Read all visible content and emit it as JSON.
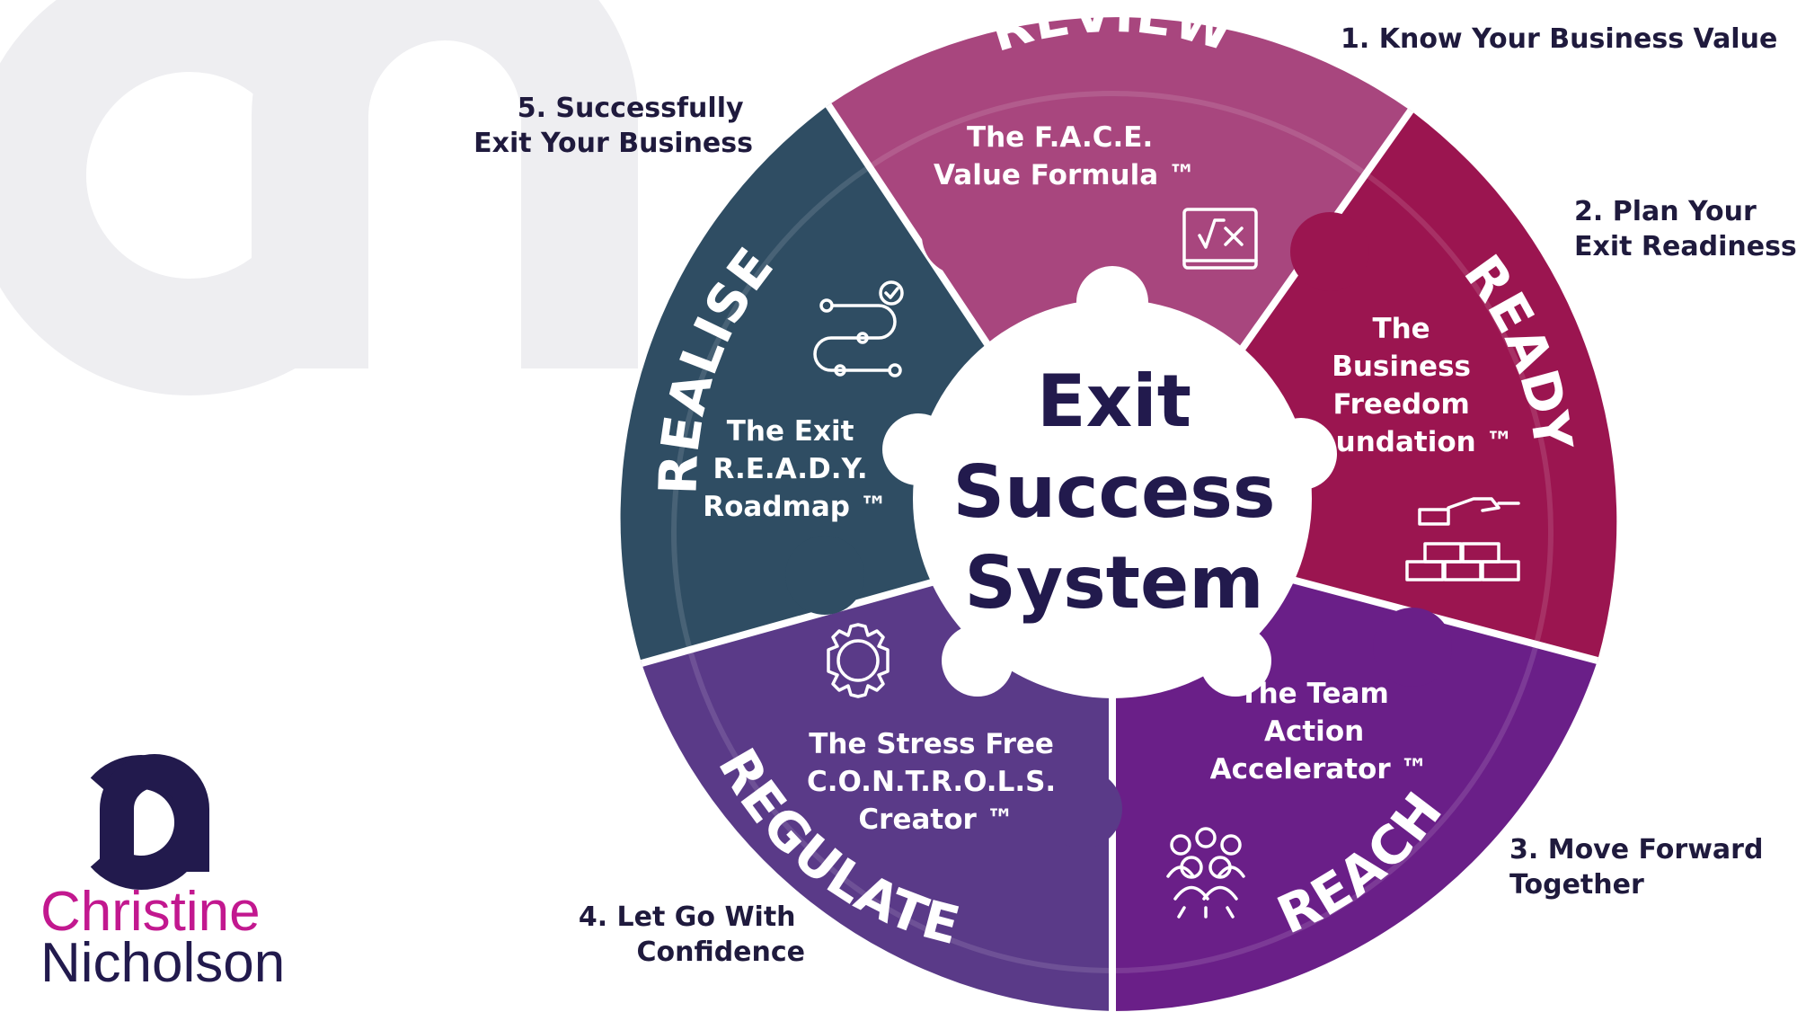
{
  "logo": {
    "monogram": "cn",
    "first_name": "Christine",
    "last_name": "Nicholson"
  },
  "center": {
    "lines": [
      "Exit",
      "Success",
      "System"
    ]
  },
  "segments": [
    {
      "id": "review",
      "title": "REVIEW",
      "color": "#a8467e",
      "lines": [
        "The F.A.C.E.",
        "Value Formula ™"
      ],
      "icon": "formula-board-icon",
      "outer_lines": [
        "1. Know Your Business Value"
      ]
    },
    {
      "id": "ready",
      "title": "READY",
      "color": "#9b1550",
      "lines": [
        "The",
        "Business",
        "Freedom",
        "Foundation ™"
      ],
      "icon": "bricks-icon",
      "outer_lines": [
        "2. Plan Your",
        "Exit Readiness"
      ]
    },
    {
      "id": "reach",
      "title": "REACH",
      "color": "#6a1f88",
      "lines": [
        "The Team",
        "Action",
        "Accelerator ™"
      ],
      "icon": "team-icon",
      "outer_lines": [
        "3. Move Forward",
        "Together"
      ]
    },
    {
      "id": "regulate",
      "title": "REGULATE",
      "color": "#5a3a88",
      "lines": [
        "The Stress Free",
        "C.O.N.T.R.O.L.S.",
        "Creator ™"
      ],
      "icon": "gear-icon",
      "outer_lines": [
        "4. Let Go With",
        "Confidence"
      ]
    },
    {
      "id": "realise",
      "title": "REALISE",
      "color": "#2f4d63",
      "lines": [
        "The Exit",
        "R.E.A.D.Y.",
        "Roadmap ™"
      ],
      "icon": "roadmap-icon",
      "outer_lines": [
        "5. Successfully",
        "Exit Your Business"
      ]
    }
  ],
  "colors": {
    "dark_navy": "#221a4d",
    "magenta": "#c2188f",
    "watermark": "#eeeef1"
  }
}
